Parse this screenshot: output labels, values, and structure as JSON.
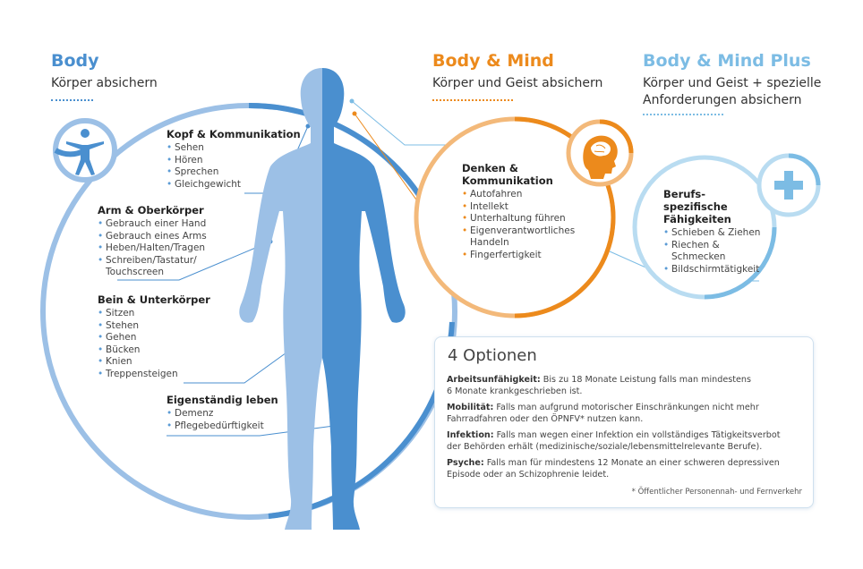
{
  "colors": {
    "body_blue": "#4a8fcf",
    "light_blue": "#9cc0e6",
    "mind_orange": "#ec8a1c",
    "light_orange": "#f3b97a",
    "plus_blue": "#7cbce4",
    "plus_light": "#b9dcf1"
  },
  "columns": {
    "body": {
      "title": "Body",
      "subtitle": "Körper absichern"
    },
    "mind": {
      "title": "Body & Mind",
      "subtitle": "Körper und Geist absichern"
    },
    "plus": {
      "title": "Body & Mind Plus",
      "subtitle_l1": "Körper und Geist + spezielle",
      "subtitle_l2": "Anforderungen absichern"
    }
  },
  "icons": {
    "body": "person-icon",
    "mind": "head-brain-icon",
    "plus": "plus-icon"
  },
  "groups": {
    "kopf": {
      "title": "Kopf & Kommunikation",
      "items": [
        "Sehen",
        "Hören",
        "Sprechen",
        "Gleichgewicht"
      ]
    },
    "arm": {
      "title": "Arm & Oberkörper",
      "items": [
        "Gebrauch einer Hand",
        "Gebrauch eines Arms",
        "Heben/Halten/Tragen",
        "Schreiben/Tastatur/",
        "Touchscreen"
      ]
    },
    "bein": {
      "title": "Bein & Unterkörper",
      "items": [
        "Sitzen",
        "Stehen",
        "Gehen",
        "Bücken",
        "Knien",
        "Treppensteigen"
      ]
    },
    "eigen": {
      "title": "Eigenständig leben",
      "items": [
        "Demenz",
        "Pflegebedürftigkeit"
      ]
    },
    "denken": {
      "title_l1": "Denken &",
      "title_l2": "Kommunikation",
      "items": [
        "Autofahren",
        "Intellekt",
        "Unterhaltung führen",
        "Eigenverantwortliches",
        "Handeln",
        "Fingerfertigkeit"
      ]
    },
    "beruf": {
      "title_l1": "Berufs-",
      "title_l2": "spezifische",
      "title_l3": "Fähigkeiten",
      "items": [
        "Schieben & Ziehen",
        "Riechen &",
        "Schmecken",
        "Bildschirmtätigkeit"
      ]
    }
  },
  "options": {
    "title": "4 Optionen",
    "items": [
      {
        "label": "Arbeitsunfähigkeit:",
        "l1": " Bis zu 18 Monate Leistung falls man mindestens",
        "l2": "6 Monate krankgeschrieben ist."
      },
      {
        "label": "Mobilität:",
        "l1": " Falls man aufgrund motorischer Einschränkungen nicht mehr",
        "l2": "Fahrradfahren oder den ÖPNFV* nutzen kann."
      },
      {
        "label": "Infektion:",
        "l1": " Falls man wegen einer Infektion ein vollständiges Tätigkeitsverbot",
        "l2": "der Behörden erhält (medizinische/soziale/lebensmittelrelevante Berufe)."
      },
      {
        "label": "Psyche:",
        "l1": " Falls man für mindestens 12 Monate an einer schweren depressiven",
        "l2": "Episode oder an Schizophrenie leidet."
      }
    ],
    "footnote": "* Öffentlicher Personennah- und Fernverkehr"
  }
}
